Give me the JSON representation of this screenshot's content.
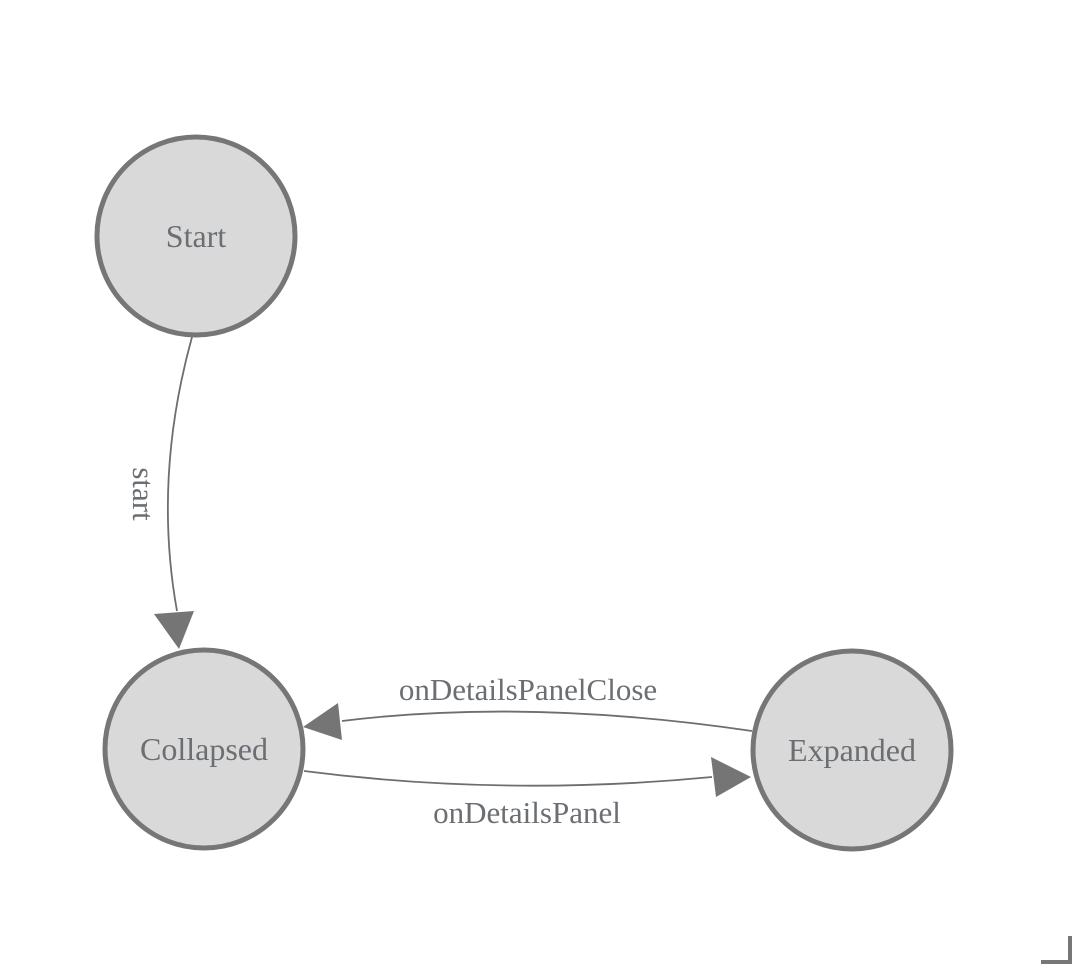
{
  "diagram": {
    "type": "state-machine",
    "states": [
      {
        "id": "start",
        "label": "Start"
      },
      {
        "id": "collapsed",
        "label": "Collapsed"
      },
      {
        "id": "expanded",
        "label": "Expanded"
      }
    ],
    "transitions": [
      {
        "from": "Start",
        "to": "Collapsed",
        "label": "start"
      },
      {
        "from": "Expanded",
        "to": "Collapsed",
        "label": "onDetailsPanelClose"
      },
      {
        "from": "Collapsed",
        "to": "Expanded",
        "label": "onDetailsPanel"
      }
    ]
  },
  "colors": {
    "background": "#ffffff",
    "node_fill": "#d9d9d9",
    "node_stroke": "#767676",
    "edge_stroke": "#6e6e6e",
    "arrow_fill": "#757575",
    "text": "#6b6f73",
    "corner_mark": "#777777"
  },
  "icons": {
    "corner_mark": "resize-corner-icon"
  }
}
